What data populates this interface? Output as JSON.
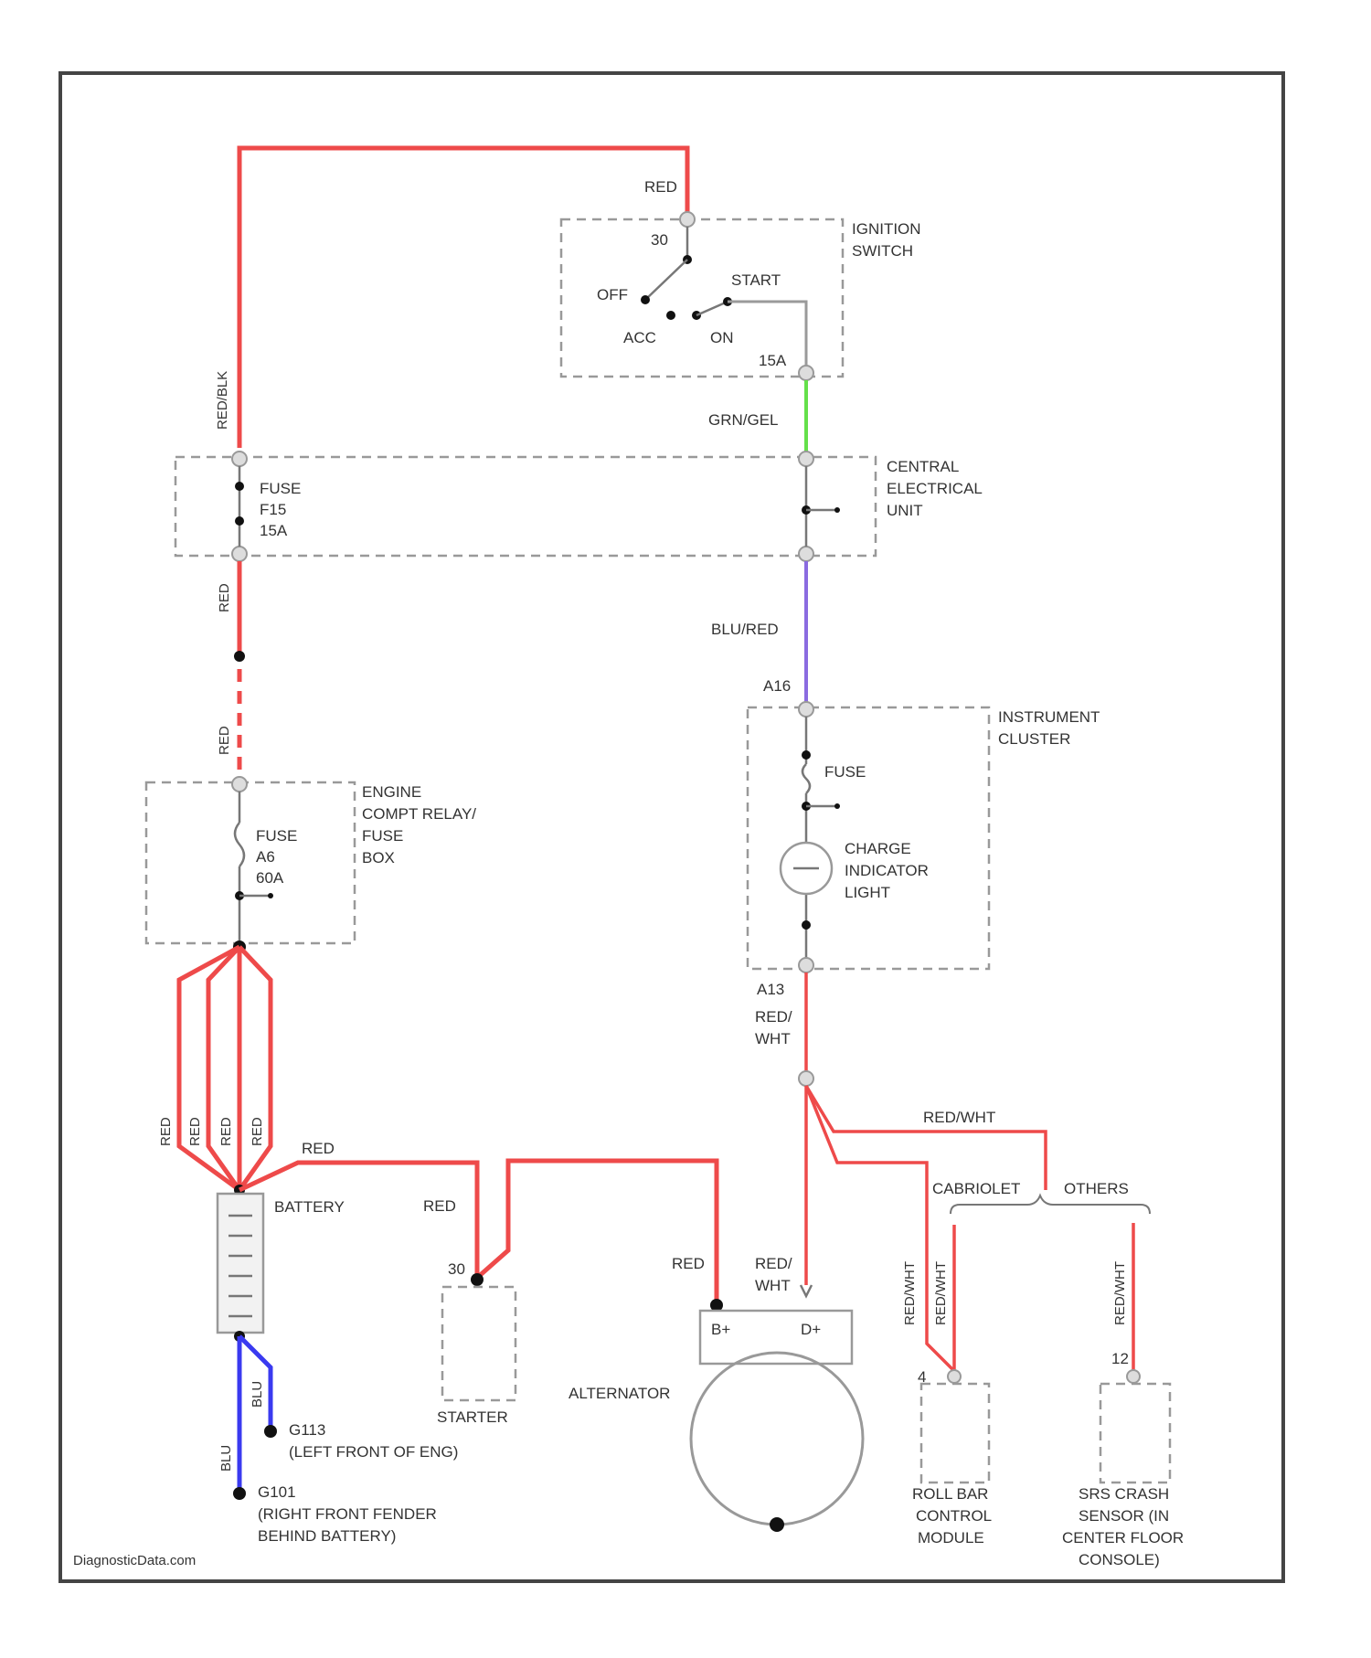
{
  "watermark": "DiagnosticData.com",
  "wire_colors": {
    "red": "#ee4a4a",
    "gray_green": "#64e04a",
    "blue_red": "#8a6be0",
    "blue": "#3a3af0",
    "gray": "#9a9a9a"
  },
  "ignition_switch": {
    "name": [
      "IGNITION",
      "SWITCH"
    ],
    "pin_top": "30",
    "pin_bottom": "15A",
    "positions": {
      "off": "OFF",
      "acc": "ACC",
      "on": "ON",
      "start": "START"
    }
  },
  "central_electrical_unit": {
    "name": [
      "CENTRAL",
      "ELECTRICAL",
      "UNIT"
    ],
    "fuse": [
      "FUSE",
      "F15",
      "15A"
    ]
  },
  "engine_relay_box": {
    "name": [
      "ENGINE",
      "COMPT RELAY/",
      "FUSE",
      "BOX"
    ],
    "fuse": [
      "FUSE",
      "A6",
      "60A"
    ]
  },
  "instrument_cluster": {
    "name": [
      "INSTRUMENT",
      "CLUSTER"
    ],
    "fuse_label": "FUSE",
    "lamp": [
      "CHARGE",
      "INDICATOR",
      "LIGHT"
    ],
    "pin_in": "A16",
    "pin_out": "A13"
  },
  "wires": {
    "red": "RED",
    "red_blk": "RED/BLK",
    "gray_grn": "GRN/GEL",
    "blu_red": "BLU/RED",
    "red_wht": "RED/WHT",
    "red_wht_split": [
      "RED/",
      "WHT"
    ],
    "blu": "BLU"
  },
  "battery": "BATTERY",
  "starter": {
    "name": "STARTER",
    "pin": "30"
  },
  "alternator": {
    "name": "ALTERNATOR",
    "pin_bplus": "B+",
    "pin_dplus": "D+"
  },
  "branches": {
    "cabriolet": "CABRIOLET",
    "others": "OTHERS"
  },
  "roll_bar": {
    "name": [
      "ROLL BAR",
      "CONTROL",
      "MODULE"
    ],
    "pin": "4"
  },
  "srs": {
    "name": [
      "SRS CRASH",
      "SENSOR (IN",
      "CENTER FLOOR",
      "CONSOLE)"
    ],
    "pin": "12"
  },
  "grounds": {
    "g1": {
      "id": "G113",
      "desc": "(LEFT FRONT OF ENG)"
    },
    "g2": {
      "id": "G101",
      "desc": [
        "(RIGHT FRONT FENDER",
        "BEHIND BATTERY)"
      ]
    }
  }
}
